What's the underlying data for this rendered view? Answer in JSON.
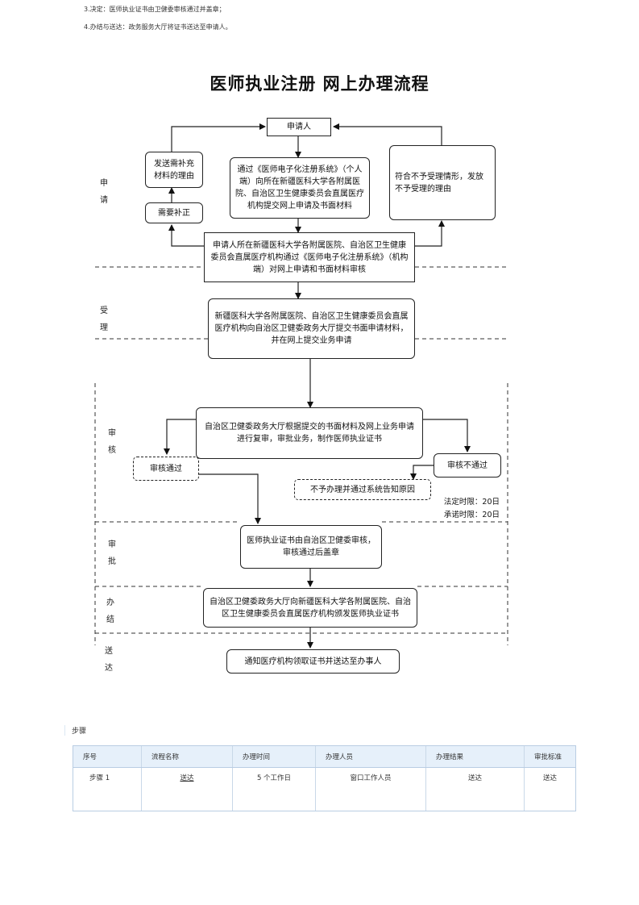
{
  "notes": [
    "3.决定：医师执业证书由卫健委审核通过并盖章；",
    "4.办结与送达：政务服务大厅将证书送达至申请人。"
  ],
  "title": "医师执业注册  网上办理流程",
  "stages": {
    "apply": [
      "申",
      "请"
    ],
    "accept": [
      "受",
      "理"
    ],
    "review": [
      "审",
      "核"
    ],
    "approve": [
      "审",
      "批"
    ],
    "complete": [
      "办",
      "结"
    ],
    "deliver": [
      "送",
      "达"
    ]
  },
  "flow": {
    "applicant": "申请人",
    "supplement_reason": "发送需补充材料的理由",
    "needs_supplement": "需要补正",
    "submit_online": "通过《医师电子化注册系统》（个人端）向所在新疆医科大学各附属医院、自治区卫生健康委员会直属医疗机构提交网上申请及书面材料",
    "reject_reason": "符合不予受理情形，发放不予受理的理由",
    "institution_review": "申请人所在新疆医科大学各附属医院、自治区卫生健康委员会直属医疗机构通过《医师电子化注册系统》（机构端）对网上申请和书面材料审核",
    "accept_submit": "新疆医科大学各附属医院、自治区卫生健康委员会直属医疗机构向自治区卫健委政务大厅提交书面申请材料，并在网上提交业务申请",
    "hall_review": "自治区卫健委政务大厅根据提交的书面材料及网上业务申请进行复审，审批业务，制作医师执业证书",
    "review_pass": "审核通过",
    "review_fail": "审核不通过",
    "not_handled": "不予办理并通过系统告知原因",
    "legal_limit": "法定时限：20日",
    "promised_limit": "承诺时限：20日",
    "approve_stamp": "医师执业证书由自治区卫健委审核，审核通过后盖章",
    "issue_cert": "自治区卫健委政务大厅向新疆医科大学各附属医院、自治区卫生健康委员会直属医疗机构颁发医师执业证书",
    "notify_pickup": "通知医疗机构领取证书并送达至办事人"
  },
  "steps_label": "步骤",
  "table": {
    "headers": [
      "序号",
      "流程名称",
      "办理时间",
      "办理人员",
      "办理结果",
      "审批标准"
    ],
    "rows": [
      [
        "步骤 1",
        "送达",
        "5 个工作日",
        "窗口工作人员",
        "送达",
        "送达"
      ]
    ]
  }
}
